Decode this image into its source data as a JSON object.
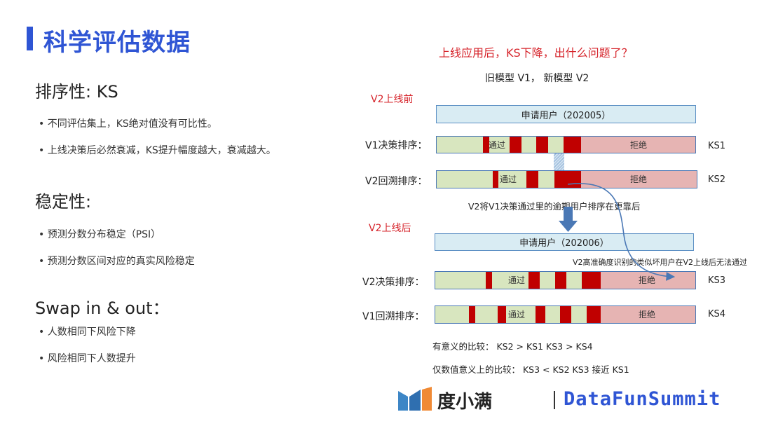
{
  "title": "科学评估数据",
  "left": {
    "ranking": {
      "heading": "排序性:   KS",
      "bullets": [
        "• 不同评估集上，KS绝对值没有可比性。",
        "• 上线决策后必然衰减，KS提升幅度越大，衰减越大。"
      ]
    },
    "stability": {
      "heading": "稳定性:",
      "bullets": [
        "• 预测分数分布稳定（PSI）",
        "• 预测分数区间对应的真实风险稳定"
      ]
    },
    "swap": {
      "heading": "Swap in & out：",
      "bullets": [
        "• 人数相同下风险下降",
        "• 风险相同下人数提升"
      ]
    }
  },
  "right": {
    "question": "上线应用后，KS下降，出什么问题了？",
    "models": "旧模型 V1， 新模型 V2",
    "before": {
      "label": "V2上线前",
      "applicants": "申请用户（202005）",
      "rows": [
        {
          "label": "V1决策排序：",
          "pass": "通过",
          "reject": "拒绝",
          "ks": "KS1"
        },
        {
          "label": "V2回溯排序：",
          "pass": "通过",
          "reject": "拒绝",
          "ks": "KS2"
        }
      ],
      "note": "V2将V1决策通过里的逾期用户排序在更靠后"
    },
    "after": {
      "label": "V2上线后",
      "applicants": "申请用户（202006）",
      "note": "V2高准确度识别的类似坏用户在V2上线后无法通过",
      "rows": [
        {
          "label": "V2决策排序：",
          "pass": "通过",
          "reject": "拒绝",
          "ks": "KS3"
        },
        {
          "label": "V1回溯排序：",
          "pass": "通过",
          "reject": "拒绝",
          "ks": "KS4"
        }
      ]
    },
    "compare": {
      "meaningful": "有意义的比较：  KS2 > KS1     KS3 > KS4",
      "numeric": "仅数值意义上的比较：  KS3 < KS2     KS3 接近 KS1"
    }
  },
  "footer": {
    "logo1": "度小满",
    "logo2": "DataFunSummit"
  },
  "colors": {
    "title_blue": "#2f55d4",
    "red": "#d6242b",
    "bar_green": "#d8e6bf",
    "bar_red": "#c00000",
    "bar_pink": "#e6b4b3",
    "box_blue": "#d9ecf3"
  }
}
